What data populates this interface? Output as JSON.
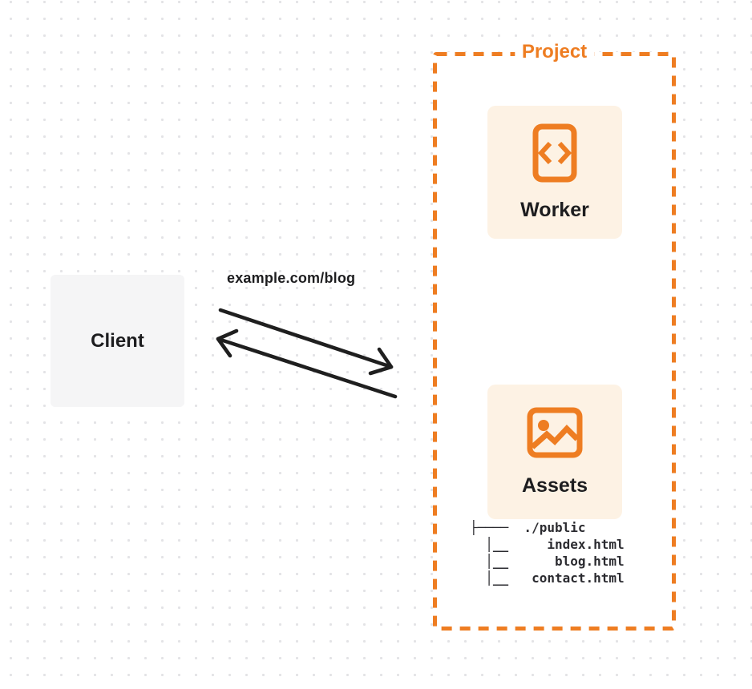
{
  "client": {
    "label": "Client"
  },
  "request": {
    "url_label": "example.com/blog"
  },
  "project": {
    "label": "Project",
    "worker": {
      "label": "Worker",
      "icon": "code-icon"
    },
    "assets": {
      "label": "Assets",
      "icon": "image-icon",
      "file_tree": "├────  ./public\n  │__     index.html\n  │__      blog.html\n  │__   contact.html"
    }
  },
  "colors": {
    "accent_orange": "#ee7d22",
    "card_bg": "#fdf2e4",
    "client_bg": "#f5f5f6",
    "arrow_color": "#1f1f1f",
    "text_dark": "#1d1d1f",
    "tree_text": "#2b2b30",
    "dot_color": "#e3e3e6"
  }
}
